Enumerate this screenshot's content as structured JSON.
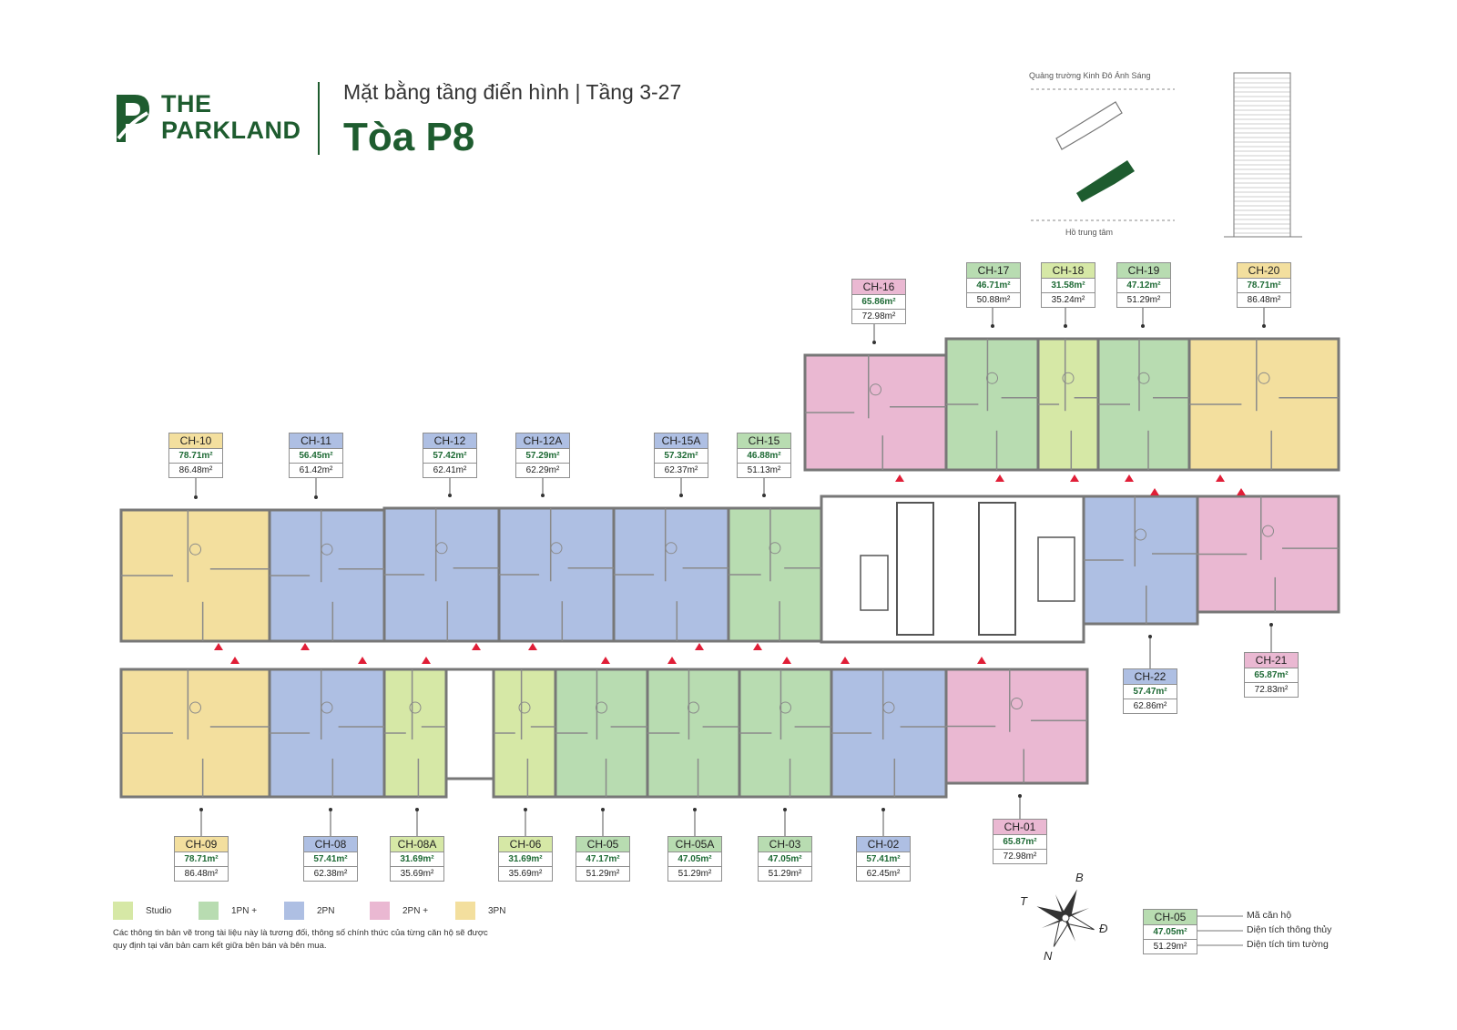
{
  "header": {
    "logo_line1": "THE",
    "logo_line2": "PARKLAND",
    "subtitle": "Mặt bằng tầng điển hình | Tầng 3-27",
    "title": "Tòa P8"
  },
  "key_plan": {
    "top_label": "Quảng trường Kinh Đô Ánh Sáng",
    "bottom_label": "Hồ trung tâm"
  },
  "colors": {
    "brand": "#1e5c2f",
    "studio": "#d6e8a6",
    "1pn_plus": "#b8dcb1",
    "2pn": "#aebfe3",
    "2pn_plus": "#eab8d2",
    "3pn": "#f3df9e"
  },
  "units": [
    {
      "id": "CH-16",
      "net": "65.86m²",
      "gross": "72.98m²",
      "type": "2pn_plus"
    },
    {
      "id": "CH-17",
      "net": "46.71m²",
      "gross": "50.88m²",
      "type": "1pn_plus"
    },
    {
      "id": "CH-18",
      "net": "31.58m²",
      "gross": "35.24m²",
      "type": "studio"
    },
    {
      "id": "CH-19",
      "net": "47.12m²",
      "gross": "51.29m²",
      "type": "1pn_plus"
    },
    {
      "id": "CH-20",
      "net": "78.71m²",
      "gross": "86.48m²",
      "type": "3pn"
    },
    {
      "id": "CH-10",
      "net": "78.71m²",
      "gross": "86.48m²",
      "type": "3pn"
    },
    {
      "id": "CH-11",
      "net": "56.45m²",
      "gross": "61.42m²",
      "type": "2pn"
    },
    {
      "id": "CH-12",
      "net": "57.42m²",
      "gross": "62.41m²",
      "type": "2pn"
    },
    {
      "id": "CH-12A",
      "net": "57.29m²",
      "gross": "62.29m²",
      "type": "2pn"
    },
    {
      "id": "CH-15A",
      "net": "57.32m²",
      "gross": "62.37m²",
      "type": "2pn"
    },
    {
      "id": "CH-15",
      "net": "46.88m²",
      "gross": "51.13m²",
      "type": "1pn_plus"
    },
    {
      "id": "CH-21",
      "net": "65.87m²",
      "gross": "72.83m²",
      "type": "2pn_plus"
    },
    {
      "id": "CH-22",
      "net": "57.47m²",
      "gross": "62.86m²",
      "type": "2pn"
    },
    {
      "id": "CH-01",
      "net": "65.87m²",
      "gross": "72.98m²",
      "type": "2pn_plus"
    },
    {
      "id": "CH-09",
      "net": "78.71m²",
      "gross": "86.48m²",
      "type": "3pn"
    },
    {
      "id": "CH-08",
      "net": "57.41m²",
      "gross": "62.38m²",
      "type": "2pn"
    },
    {
      "id": "CH-08A",
      "net": "31.69m²",
      "gross": "35.69m²",
      "type": "studio"
    },
    {
      "id": "CH-06",
      "net": "31.69m²",
      "gross": "35.69m²",
      "type": "studio"
    },
    {
      "id": "CH-05",
      "net": "47.17m²",
      "gross": "51.29m²",
      "type": "1pn_plus"
    },
    {
      "id": "CH-05A",
      "net": "47.05m²",
      "gross": "51.29m²",
      "type": "1pn_plus"
    },
    {
      "id": "CH-03",
      "net": "47.05m²",
      "gross": "51.29m²",
      "type": "1pn_plus"
    },
    {
      "id": "CH-02",
      "net": "57.41m²",
      "gross": "62.45m²",
      "type": "2pn"
    }
  ],
  "legend": [
    {
      "label": "Studio",
      "type": "studio"
    },
    {
      "label": "1PN +",
      "type": "1pn_plus"
    },
    {
      "label": "2PN",
      "type": "2pn"
    },
    {
      "label": "2PN +",
      "type": "2pn_plus"
    },
    {
      "label": "3PN",
      "type": "3pn"
    }
  ],
  "disclaimer": "Các thông tin bản vẽ trong tài liệu này là tương đối, thông số chính thức của từng căn hộ sẽ được quy định tại văn bản cam kết giữa bên bán và bên mua.",
  "compass": {
    "north": "B",
    "east": "Đ",
    "south": "N",
    "west": "T"
  },
  "sample": {
    "id": "CH-05",
    "net": "47.05m²",
    "gross": "51.29m²",
    "id_desc": "Mã căn hộ",
    "net_desc": "Diện tích thông thủy",
    "gross_desc": "Diện tích tim tường"
  }
}
